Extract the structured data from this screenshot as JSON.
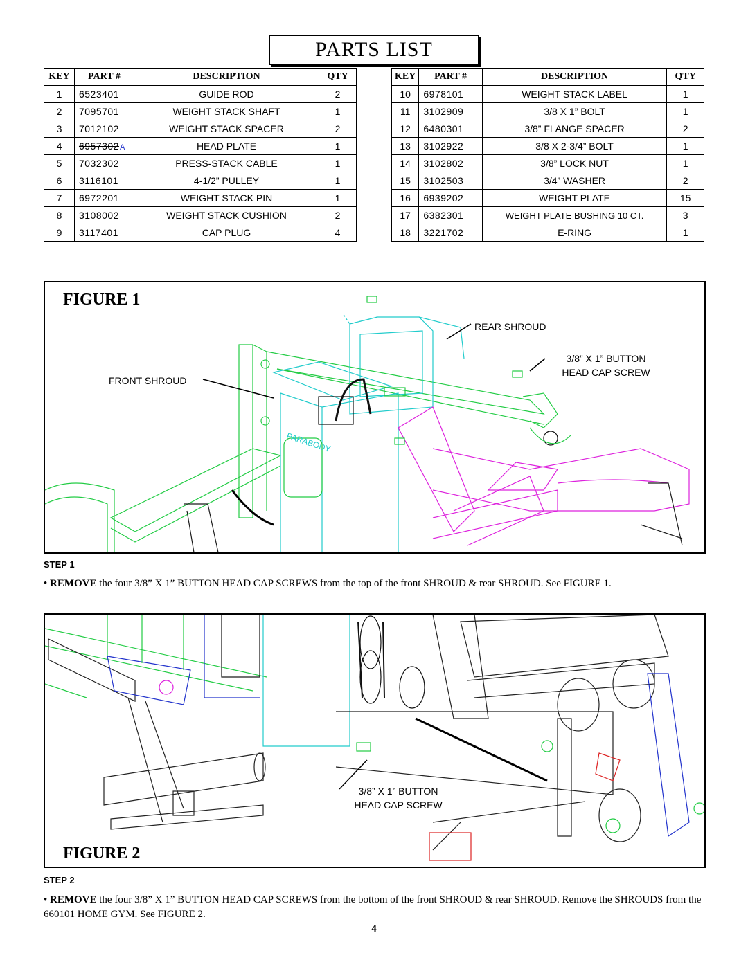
{
  "title": "PARTS LIST",
  "table_headers": {
    "key": "KEY",
    "part": "PART #",
    "description": "DESCRIPTION",
    "qty": "QTY"
  },
  "parts_left": [
    {
      "key": "1",
      "part": "6523401",
      "description": "GUIDE ROD",
      "qty": "2"
    },
    {
      "key": "2",
      "part": "7095701",
      "description": "WEIGHT STACK SHAFT",
      "qty": "1"
    },
    {
      "key": "3",
      "part": "7012102",
      "description": "WEIGHT STACK SPACER",
      "qty": "2"
    },
    {
      "key": "4",
      "part": "6957302",
      "description": "HEAD PLATE",
      "qty": "1"
    },
    {
      "key": "5",
      "part": "7032302",
      "description": "PRESS-STACK CABLE",
      "qty": "1"
    },
    {
      "key": "6",
      "part": "3116101",
      "description": "4-1/2” PULLEY",
      "qty": "1"
    },
    {
      "key": "7",
      "part": "6972201",
      "description": "WEIGHT STACK PIN",
      "qty": "1"
    },
    {
      "key": "8",
      "part": "3108002",
      "description": "WEIGHT STACK CUSHION",
      "qty": "2"
    },
    {
      "key": "9",
      "part": "3117401",
      "description": "CAP PLUG",
      "qty": "4"
    }
  ],
  "parts_right": [
    {
      "key": "10",
      "part": "6978101",
      "description": "WEIGHT STACK LABEL",
      "qty": "1"
    },
    {
      "key": "11",
      "part": "3102909",
      "description": "3/8 X 1” BOLT",
      "qty": "1"
    },
    {
      "key": "12",
      "part": "6480301",
      "description": "3/8” FLANGE SPACER",
      "qty": "2"
    },
    {
      "key": "13",
      "part": "3102922",
      "description": "3/8 X 2-3/4” BOLT",
      "qty": "1"
    },
    {
      "key": "14",
      "part": "3102802",
      "description": "3/8” LOCK NUT",
      "qty": "1"
    },
    {
      "key": "15",
      "part": "3102503",
      "description": "3/4” WASHER",
      "qty": "2"
    },
    {
      "key": "16",
      "part": "6939202",
      "description": "WEIGHT PLATE",
      "qty": "15"
    },
    {
      "key": "17",
      "part": "6382301",
      "description": "WEIGHT PLATE BUSHING 10 CT.",
      "qty": "3"
    },
    {
      "key": "18",
      "part": "3221702",
      "description": "E-RING",
      "qty": "1"
    }
  ],
  "revision_mark": "A",
  "figure1": {
    "label": "FIGURE 1",
    "callout_rear": "REAR SHROUD",
    "callout_screw_1": "3/8” X 1” BUTTON",
    "callout_screw_2": "HEAD CAP SCREW",
    "callout_front": "FRONT SHROUD",
    "brand": "PARABODY"
  },
  "step1": {
    "heading": "STEP 1",
    "bullet": "•",
    "action": "REMOVE",
    "text": " the four 3/8” X 1” BUTTON HEAD CAP SCREWS from the top of the front SHROUD & rear SHROUD. See FIGURE 1."
  },
  "figure2": {
    "label": "FIGURE 2",
    "callout_screw_1": "3/8” X 1” BUTTON",
    "callout_screw_2": "HEAD CAP SCREW"
  },
  "step2": {
    "heading": "STEP 2",
    "bullet": "•",
    "action": "REMOVE",
    "text": " the four 3/8” X 1” BUTTON HEAD CAP SCREWS from the bottom of the front SHROUD & rear SHROUD. Remove the SHROUDS from the 660101 HOME GYM. See FIGURE 2."
  },
  "page_number": "4"
}
